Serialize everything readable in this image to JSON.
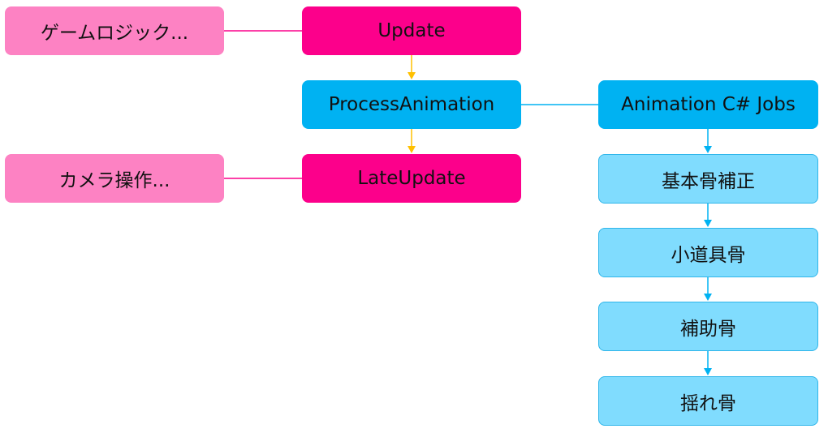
{
  "nodes": {
    "game_logic": "ゲームロジック...",
    "update": "Update",
    "process_animation": "ProcessAnimation",
    "late_update": "LateUpdate",
    "camera": "カメラ操作...",
    "animation_jobs": "Animation C# Jobs",
    "basic_bone": "基本骨補正",
    "prop_bone": "小道具骨",
    "helper_bone": "補助骨",
    "sway_bone": "揺れ骨"
  },
  "colors": {
    "pink_light": "#fd82c3",
    "pink": "#fc008b",
    "blue": "#00b2f2",
    "blue_light": "#80dcfe",
    "arrow_yellow": "#ffc000",
    "arrow_blue": "#00b2f2"
  }
}
